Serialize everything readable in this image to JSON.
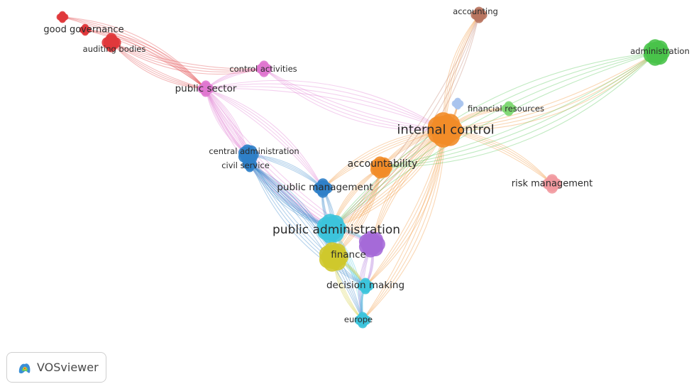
{
  "app": {
    "logo_text": "VOSviewer",
    "logo_icon": "vosviewer-logo-icon"
  },
  "clusters": {
    "red": "#e0383b",
    "pink": "#e077d0",
    "blue": "#2f80c8",
    "orange": "#f28c28",
    "brown": "#b97560",
    "green": "#49c34a",
    "lightgreen": "#80d874",
    "lightblue": "#a9c4ee",
    "salmon": "#f29aa0",
    "cyan": "#3cc4dc",
    "purple": "#a56ad8",
    "yellow": "#cfc82c"
  },
  "nodes": [
    {
      "id": "good_governance",
      "label": "good governance",
      "cluster": "red"
    },
    {
      "id": "auditing_bodies",
      "label": "auditing bodies",
      "cluster": "red"
    },
    {
      "id": "red_extra",
      "label": "",
      "cluster": "red"
    },
    {
      "id": "public_sector",
      "label": "public sector",
      "cluster": "pink"
    },
    {
      "id": "control_activities",
      "label": "control activities",
      "cluster": "pink"
    },
    {
      "id": "accounting",
      "label": "accounting",
      "cluster": "brown"
    },
    {
      "id": "administration",
      "label": "administration",
      "cluster": "green"
    },
    {
      "id": "financial_resources",
      "label": "financial resources",
      "cluster": "lightgreen"
    },
    {
      "id": "lightblue_node",
      "label": "",
      "cluster": "lightblue"
    },
    {
      "id": "internal_control",
      "label": "internal control",
      "cluster": "orange"
    },
    {
      "id": "accountability",
      "label": "accountability",
      "cluster": "orange"
    },
    {
      "id": "risk_management",
      "label": "risk management",
      "cluster": "salmon"
    },
    {
      "id": "central_administration",
      "label": "central administration",
      "cluster": "blue"
    },
    {
      "id": "civil_service",
      "label": "civil service",
      "cluster": "blue"
    },
    {
      "id": "public_management",
      "label": "public management",
      "cluster": "blue"
    },
    {
      "id": "public_administration",
      "label": "public administration",
      "cluster": "cyan"
    },
    {
      "id": "finance",
      "label": "finance",
      "cluster": "yellow"
    },
    {
      "id": "purple_node",
      "label": "",
      "cluster": "purple"
    },
    {
      "id": "decision_making",
      "label": "decision making",
      "cluster": "cyan"
    },
    {
      "id": "europe",
      "label": "europe",
      "cluster": "cyan"
    }
  ],
  "edges": [
    [
      "good_governance",
      "public_sector"
    ],
    [
      "auditing_bodies",
      "public_sector"
    ],
    [
      "red_extra",
      "public_sector"
    ],
    [
      "auditing_bodies",
      "control_activities"
    ],
    [
      "public_sector",
      "control_activities"
    ],
    [
      "control_activities",
      "internal_control"
    ],
    [
      "public_sector",
      "internal_control"
    ],
    [
      "public_sector",
      "central_administration"
    ],
    [
      "public_sector",
      "public_management"
    ],
    [
      "public_sector",
      "public_administration"
    ],
    [
      "public_sector",
      "civil_service"
    ],
    [
      "public_sector",
      "purple_node"
    ],
    [
      "internal_control",
      "accounting"
    ],
    [
      "internal_control",
      "administration"
    ],
    [
      "internal_control",
      "financial_resources"
    ],
    [
      "internal_control",
      "lightblue_node"
    ],
    [
      "internal_control",
      "risk_management"
    ],
    [
      "internal_control",
      "accountability"
    ],
    [
      "internal_control",
      "public_administration"
    ],
    [
      "internal_control",
      "finance"
    ],
    [
      "internal_control",
      "decision_making"
    ],
    [
      "internal_control",
      "purple_node"
    ],
    [
      "internal_control",
      "europe"
    ],
    [
      "internal_control",
      "public_management"
    ],
    [
      "accounting",
      "public_administration"
    ],
    [
      "administration",
      "public_administration"
    ],
    [
      "administration",
      "accountability"
    ],
    [
      "central_administration",
      "public_administration"
    ],
    [
      "central_administration",
      "public_management"
    ],
    [
      "civil_service",
      "public_administration"
    ],
    [
      "civil_service",
      "finance"
    ],
    [
      "public_management",
      "public_administration"
    ],
    [
      "public_management",
      "finance"
    ],
    [
      "accountability",
      "public_administration"
    ],
    [
      "accountability",
      "finance"
    ],
    [
      "public_administration",
      "finance"
    ],
    [
      "public_administration",
      "purple_node"
    ],
    [
      "public_administration",
      "decision_making"
    ],
    [
      "public_administration",
      "europe"
    ],
    [
      "finance",
      "europe"
    ],
    [
      "finance",
      "decision_making"
    ],
    [
      "purple_node",
      "europe"
    ],
    [
      "purple_node",
      "decision_making"
    ],
    [
      "decision_making",
      "europe"
    ],
    [
      "civil_service",
      "europe"
    ],
    [
      "central_administration",
      "decision_making"
    ]
  ]
}
